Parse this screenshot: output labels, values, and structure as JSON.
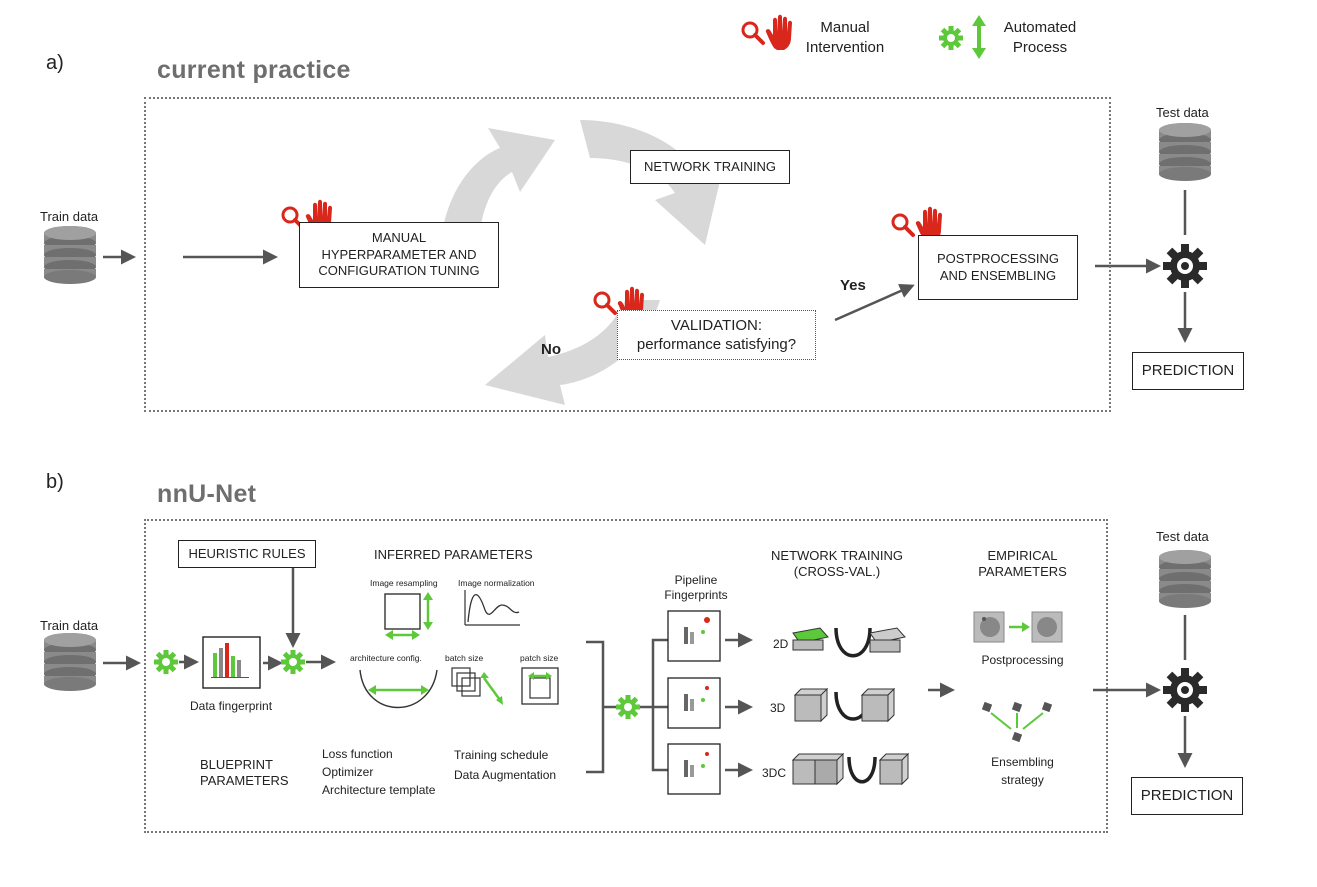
{
  "legend": {
    "manual_line1": "Manual",
    "manual_line2": "Intervention",
    "auto_line1": "Automated",
    "auto_line2": "Process"
  },
  "panel_a": {
    "label": "a)",
    "title": "current practice",
    "train_data": "Train data",
    "test_data": "Test data",
    "manual_tuning_line1": "MANUAL",
    "manual_tuning_line2": "HYPERPARAMETER AND",
    "manual_tuning_line3": "CONFIGURATION TUNING",
    "network_training": "NETWORK TRAINING",
    "validation_line1": "VALIDATION:",
    "validation_line2": "performance satisfying?",
    "no": "No",
    "yes": "Yes",
    "post_line1": "POSTPROCESSING",
    "post_line2": "AND ENSEMBLING",
    "prediction": "PREDICTION"
  },
  "panel_b": {
    "label": "b)",
    "title": "nnU-Net",
    "train_data": "Train data",
    "test_data": "Test data",
    "heuristic_rules": "HEURISTIC RULES",
    "inferred_parameters": "INFERRED PARAMETERS",
    "image_resampling": "Image resampling",
    "image_normalization": "Image normalization",
    "architecture_config": "architecture config.",
    "batch_size": "batch size",
    "patch_size": "patch size",
    "data_fingerprint": "Data fingerprint",
    "blueprint_line1": "BLUEPRINT",
    "blueprint_line2": "PARAMETERS",
    "loss_function": "Loss function",
    "optimizer": "Optimizer",
    "architecture_template": "Architecture template",
    "training_schedule": "Training schedule",
    "data_augmentation": "Data Augmentation",
    "pipeline_line1": "Pipeline",
    "pipeline_line2": "Fingerprints",
    "network_training_line1": "NETWORK TRAINING",
    "network_training_line2": "(CROSS-VAL.)",
    "config_2d": "2D",
    "config_3d": "3D",
    "config_3dc": "3DC",
    "empirical_line1": "EMPIRICAL",
    "empirical_line2": "PARAMETERS",
    "postprocessing": "Postprocessing",
    "ensembling_line1": "Ensembling",
    "ensembling_line2": "strategy",
    "prediction": "PREDICTION"
  },
  "colors": {
    "manual_red": "#d9271c",
    "auto_green": "#5cc83a",
    "arrow_gray": "#555555",
    "cycle_gray": "#d6d6d6"
  }
}
